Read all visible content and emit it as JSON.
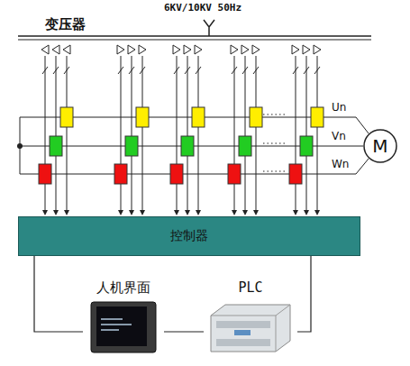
{
  "diagram": {
    "nodes": [
      {
        "text": [
          "控制器"
        ]
      },
      {
        "text": [
          "M"
        ]
      },
      {
        "text": [
          "人机界面"
        ]
      },
      {
        "text": [
          "PLC"
        ]
      }
    ],
    "edges": [
      {
        "from": 0,
        "to": 2,
        "arrow": "none"
      },
      {
        "from": 0,
        "to": 3,
        "arrow": "none"
      },
      {
        "from": 2,
        "to": 3,
        "arrow": "none"
      }
    ],
    "labels": [
      "变压器",
      "6KV/10KV 50Hz",
      "Un",
      "Vn",
      "Wn"
    ]
  }
}
